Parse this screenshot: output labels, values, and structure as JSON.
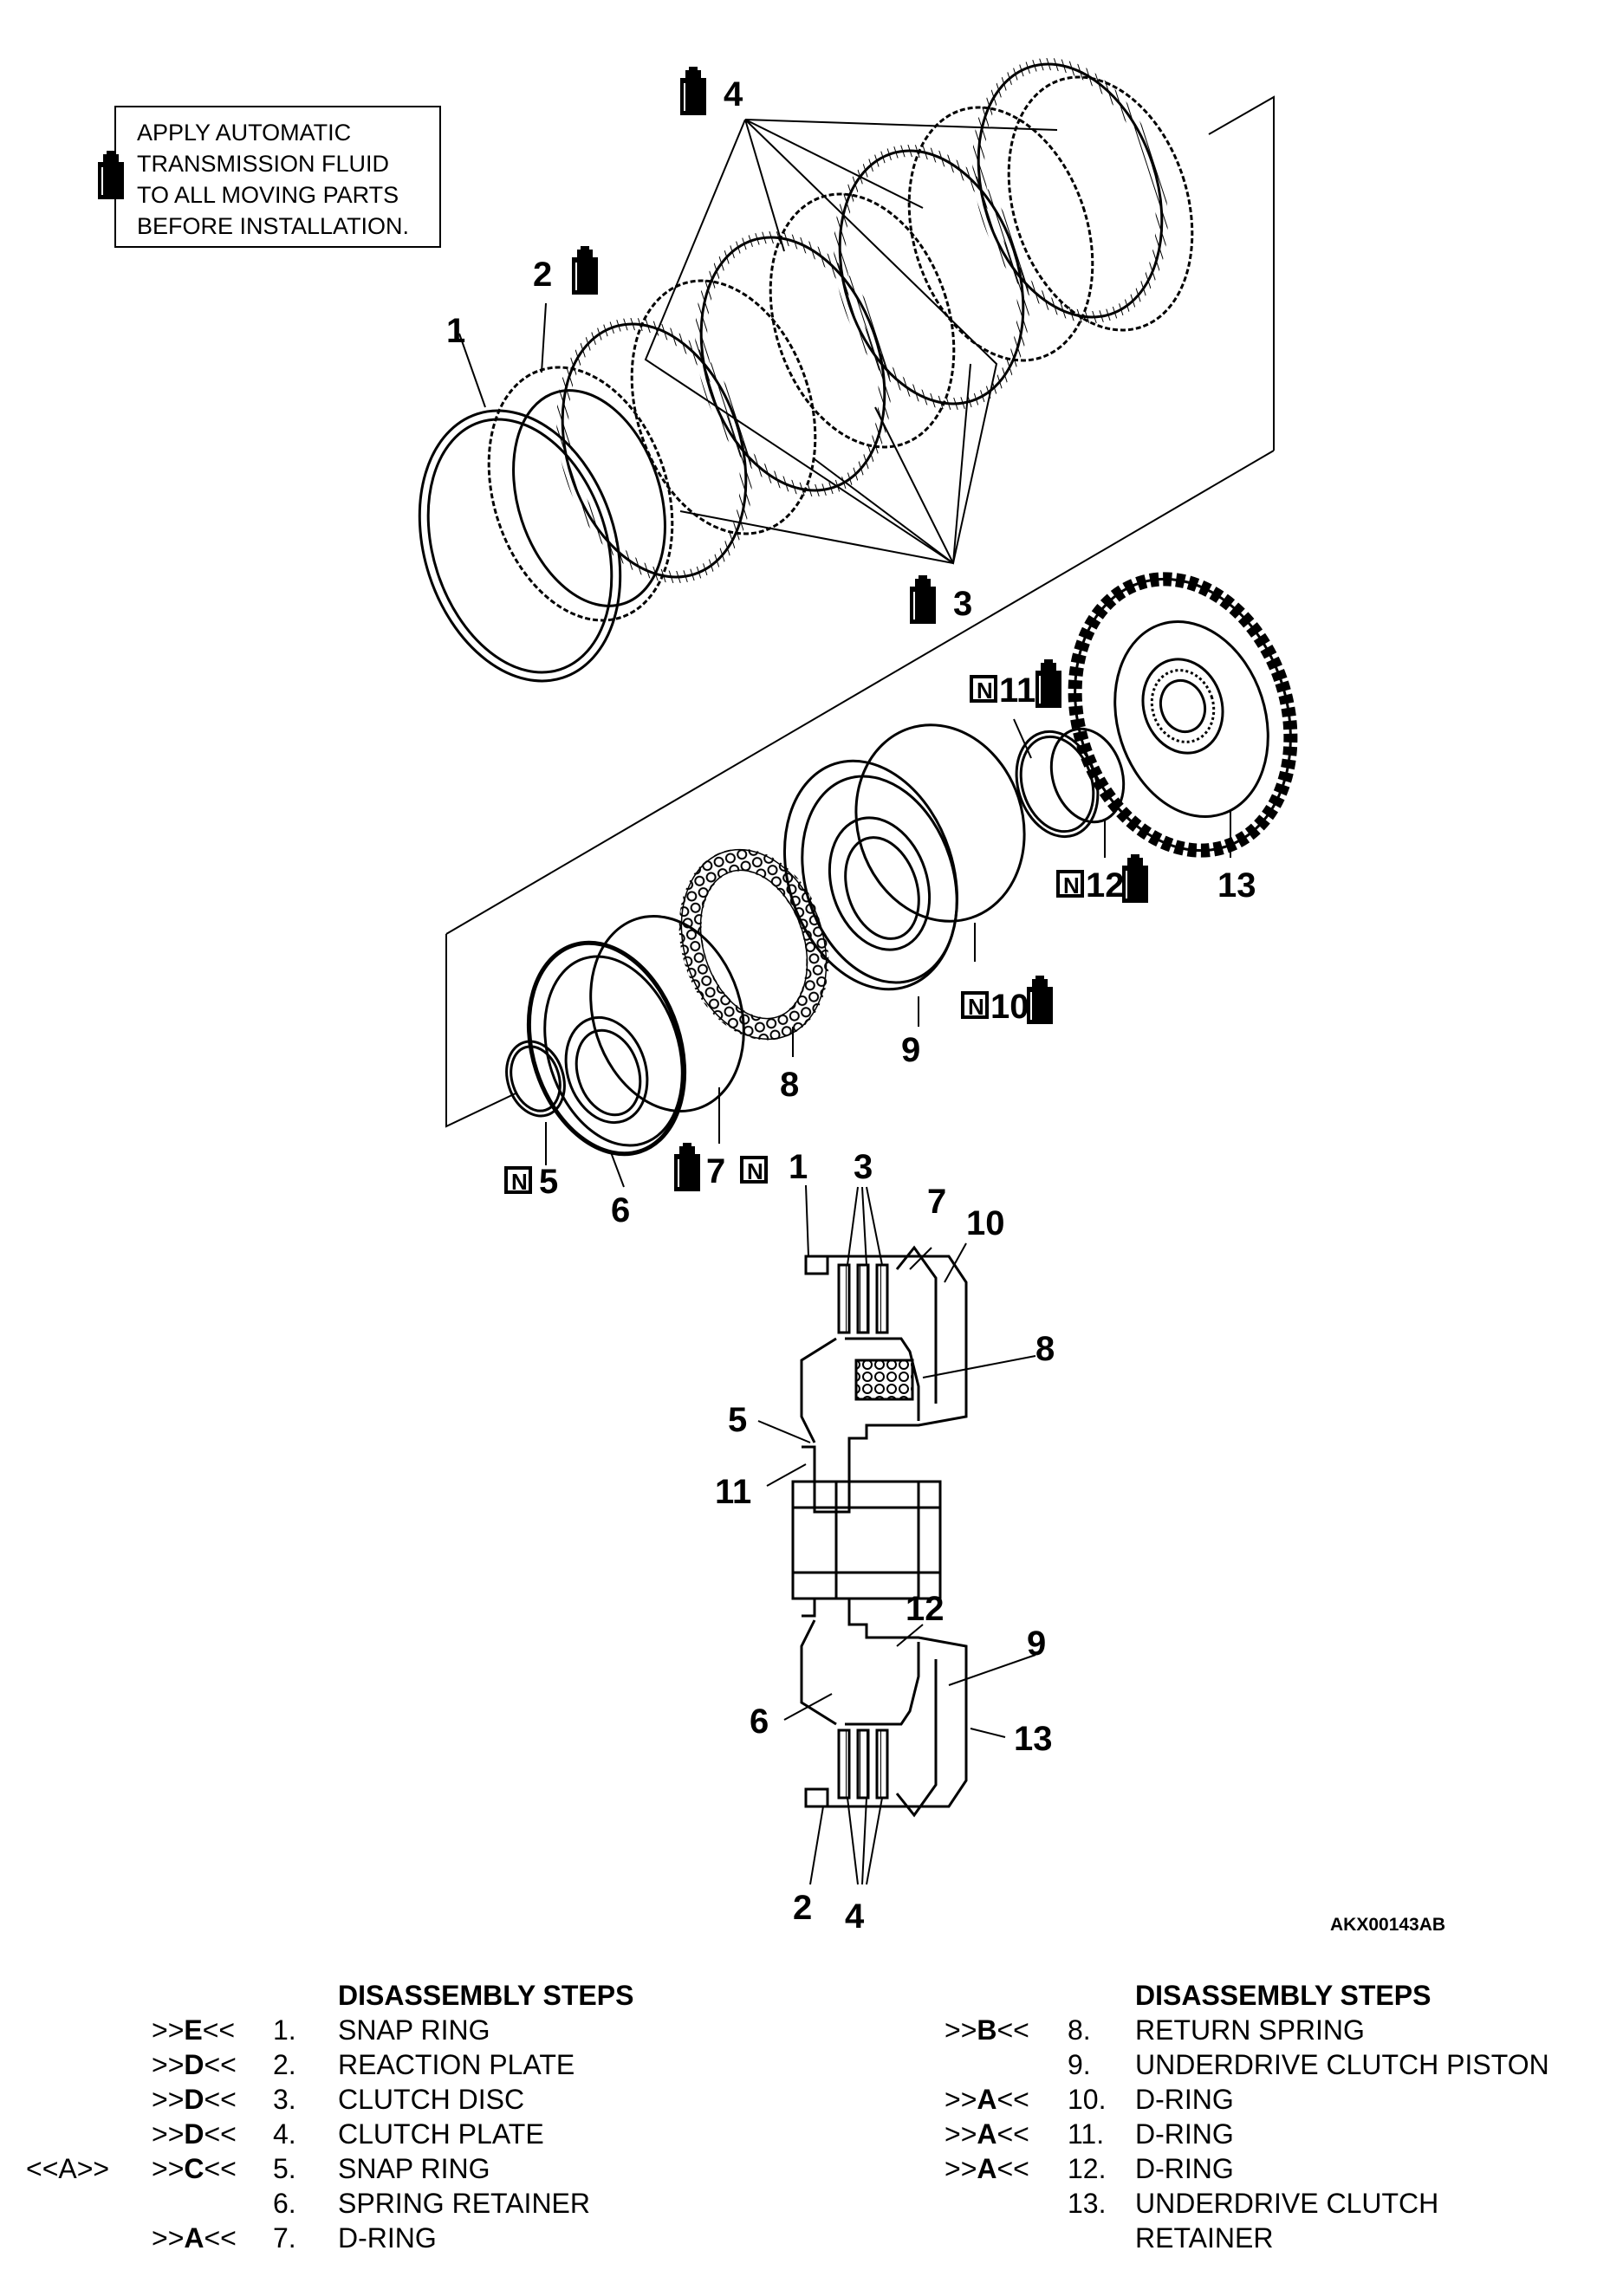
{
  "note": {
    "lines": [
      "APPLY AUTOMATIC",
      "TRANSMISSION FLUID",
      "TO ALL MOVING PARTS",
      "BEFORE INSTALLATION."
    ]
  },
  "labels": {
    "p1": "1",
    "p2": "2",
    "p3": "3",
    "p4": "4",
    "p5": "5",
    "p6": "6",
    "p7": "7",
    "p8": "8",
    "p9": "9",
    "p10": "10",
    "p11": "11",
    "p12": "12",
    "p13": "13",
    "n_badge": "N"
  },
  "figure_code": "AKX00143AB",
  "steps_left": {
    "title": "DISASSEMBLY STEPS",
    "rows": [
      {
        "pre": "",
        "mark_l": ">>",
        "mark_c": "E",
        "mark_r": "<<",
        "num": "1.",
        "text": "SNAP RING"
      },
      {
        "pre": "",
        "mark_l": ">>",
        "mark_c": "D",
        "mark_r": "<<",
        "num": "2.",
        "text": "REACTION PLATE"
      },
      {
        "pre": "",
        "mark_l": ">>",
        "mark_c": "D",
        "mark_r": "<<",
        "num": "3.",
        "text": "CLUTCH DISC"
      },
      {
        "pre": "",
        "mark_l": ">>",
        "mark_c": "D",
        "mark_r": "<<",
        "num": "4.",
        "text": "CLUTCH PLATE"
      },
      {
        "pre": "<<A>>",
        "mark_l": ">>",
        "mark_c": "C",
        "mark_r": "<<",
        "num": "5.",
        "text": "SNAP RING"
      },
      {
        "pre": "",
        "mark_l": "",
        "mark_c": "",
        "mark_r": "",
        "num": "6.",
        "text": "SPRING RETAINER"
      },
      {
        "pre": "",
        "mark_l": ">>",
        "mark_c": "A",
        "mark_r": "<<",
        "num": "7.",
        "text": "D-RING"
      }
    ]
  },
  "steps_right": {
    "title": "DISASSEMBLY STEPS",
    "rows": [
      {
        "mark_l": ">>",
        "mark_c": "B",
        "mark_r": "<<",
        "num": "8.",
        "text": "RETURN SPRING"
      },
      {
        "mark_l": "",
        "mark_c": "",
        "mark_r": "",
        "num": "9.",
        "text": "UNDERDRIVE CLUTCH  PISTON"
      },
      {
        "mark_l": ">>",
        "mark_c": "A",
        "mark_r": "<<",
        "num": "10.",
        "text": "D-RING"
      },
      {
        "mark_l": ">>",
        "mark_c": "A",
        "mark_r": "<<",
        "num": "11.",
        "text": "D-RING"
      },
      {
        "mark_l": ">>",
        "mark_c": "A",
        "mark_r": "<<",
        "num": "12.",
        "text": "D-RING"
      },
      {
        "mark_l": "",
        "mark_c": "",
        "mark_r": "",
        "num": "13.",
        "text": "UNDERDRIVE CLUTCH"
      },
      {
        "mark_l": "",
        "mark_c": "",
        "mark_r": "",
        "num": "",
        "text": "RETAINER"
      }
    ]
  },
  "icons": {
    "fluid": "oil-bottle-icon",
    "new_part": "n-square-icon"
  },
  "colors": {
    "ink": "#000000",
    "paper": "#ffffff"
  }
}
